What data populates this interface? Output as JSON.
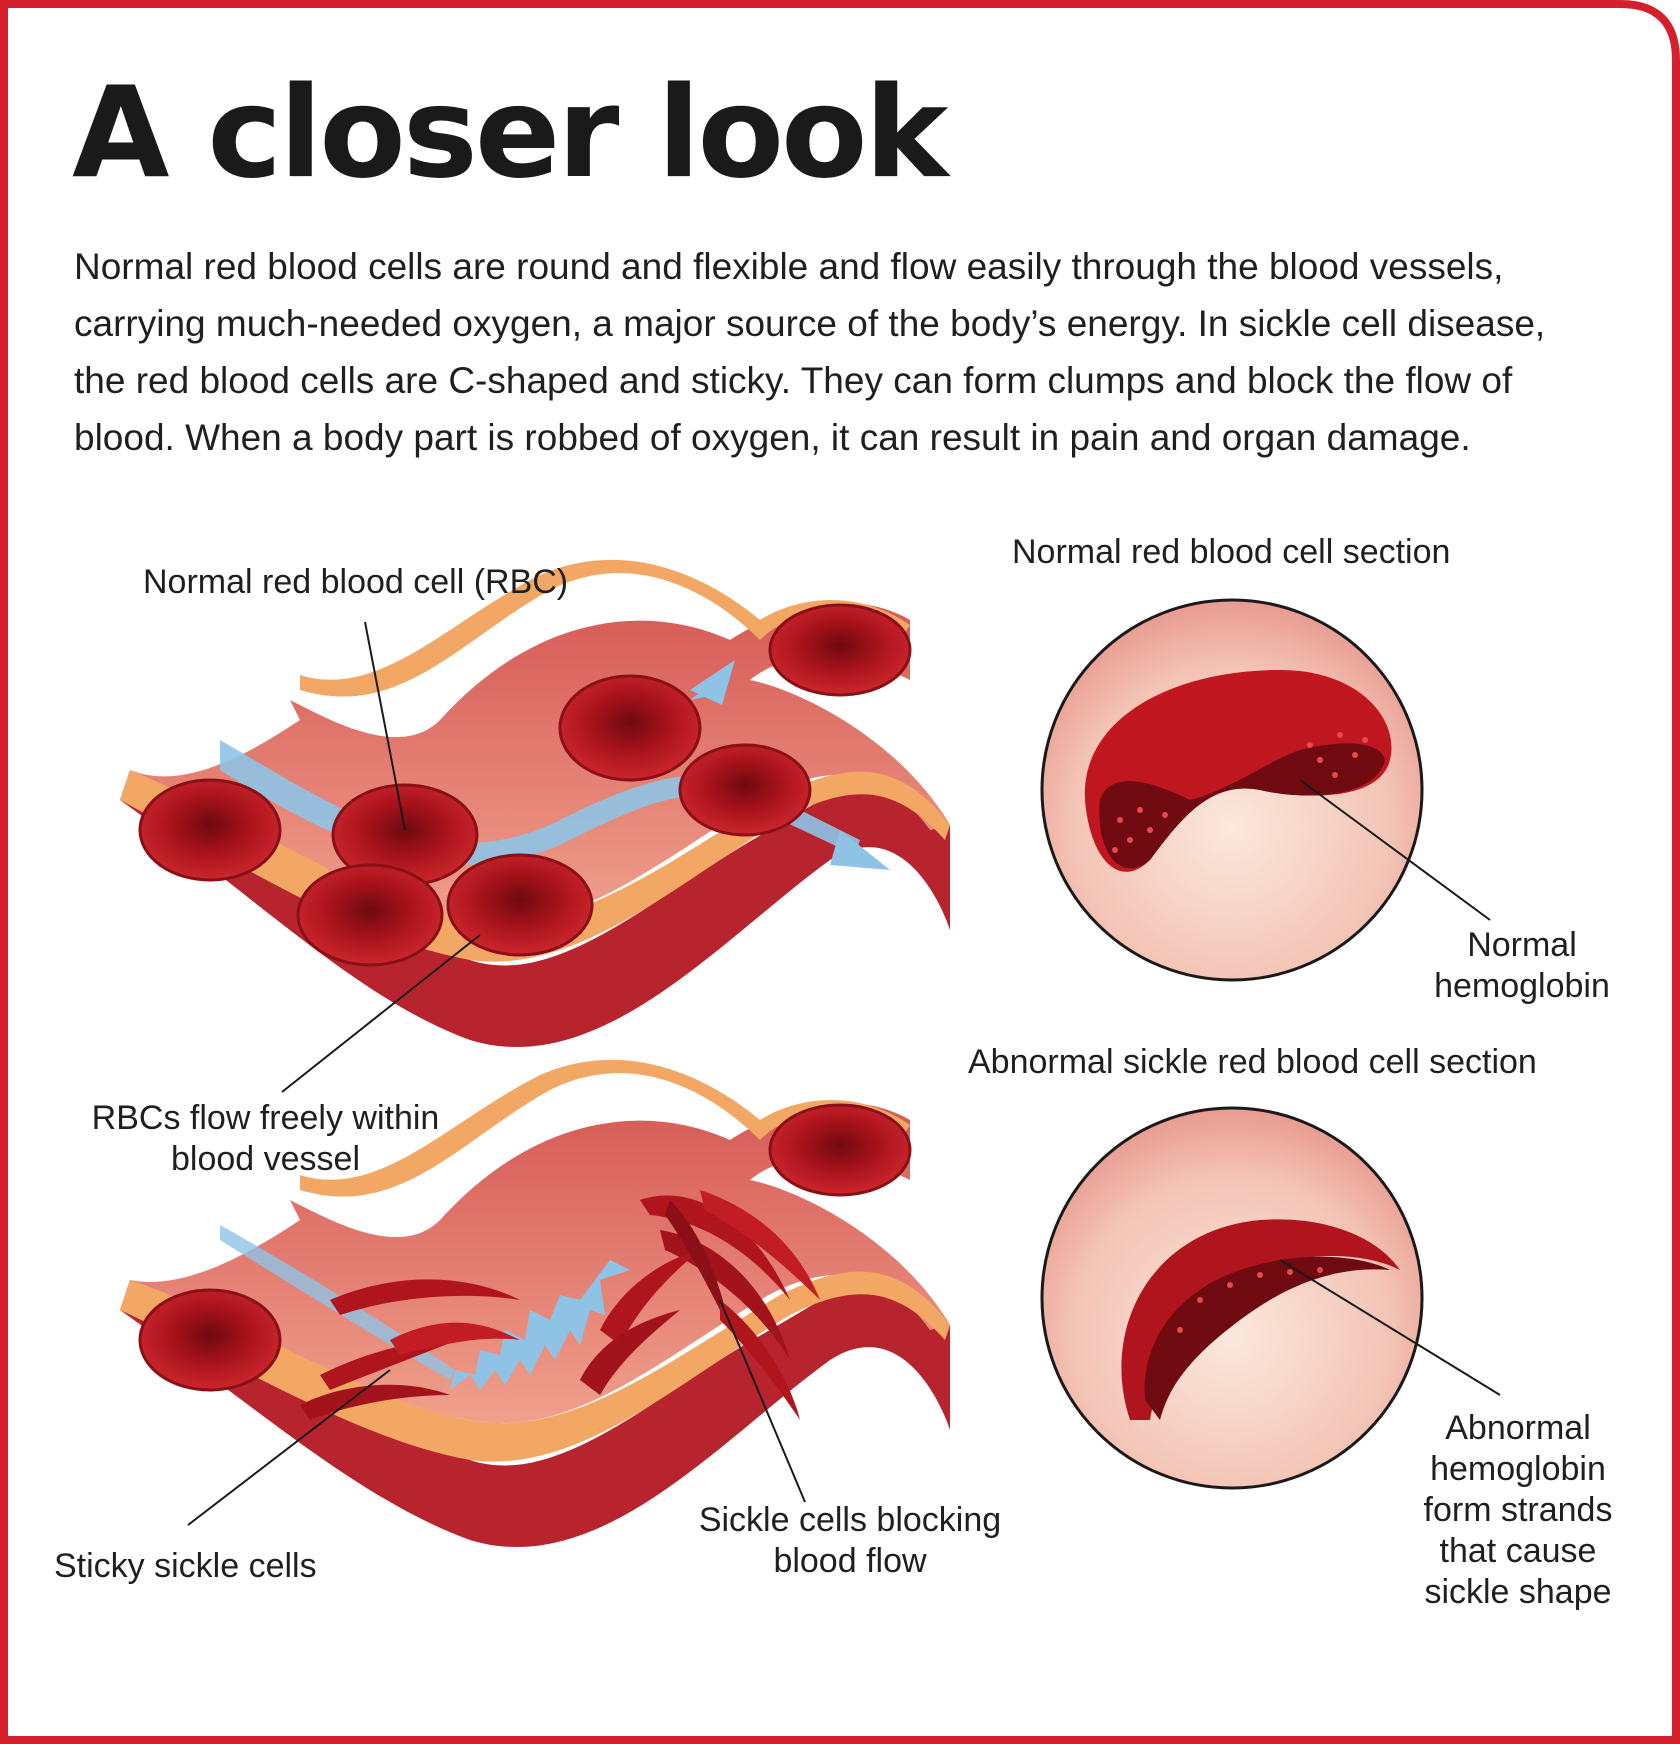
{
  "title": "A closer look",
  "intro": "Normal red blood cells are round and flexible and flow easily through the blood vessels, carrying much-needed oxygen, a major source of the body’s energy. In sickle cell disease, the red blood cells are C-shaped and sticky. They can form clumps and block the flow of blood. When a body part is robbed of oxygen, it can result in pain and organ damage.",
  "labels": {
    "normal_rbc": "Normal red blood cell (RBC)",
    "rbc_flow_line1": "RBCs flow freely within",
    "rbc_flow_line2": "blood vessel",
    "normal_section": "Normal red blood cell section",
    "normal_hemoglobin_line1": "Normal",
    "normal_hemoglobin_line2": "hemoglobin",
    "abnormal_section": "Abnormal sickle red blood cell section",
    "sticky_sickle": "Sticky sickle cells",
    "blocking_line1": "Sickle cells blocking",
    "blocking_line2": "blood flow",
    "abnormal_hb_line1": "Abnormal",
    "abnormal_hb_line2": "hemoglobin",
    "abnormal_hb_line3": "form strands",
    "abnormal_hb_line4": "that cause",
    "abnormal_hb_line5": "sickle shape"
  },
  "colors": {
    "border": "#d4202c",
    "vessel_outer": "#b7242e",
    "vessel_inner": "#e8857a",
    "vessel_rim": "#f2a765",
    "cell": "#c0161f",
    "cell_dark": "#7d0c12",
    "flow_arrow": "#8ec3e6",
    "circle_bg": "#f6dcd0"
  }
}
